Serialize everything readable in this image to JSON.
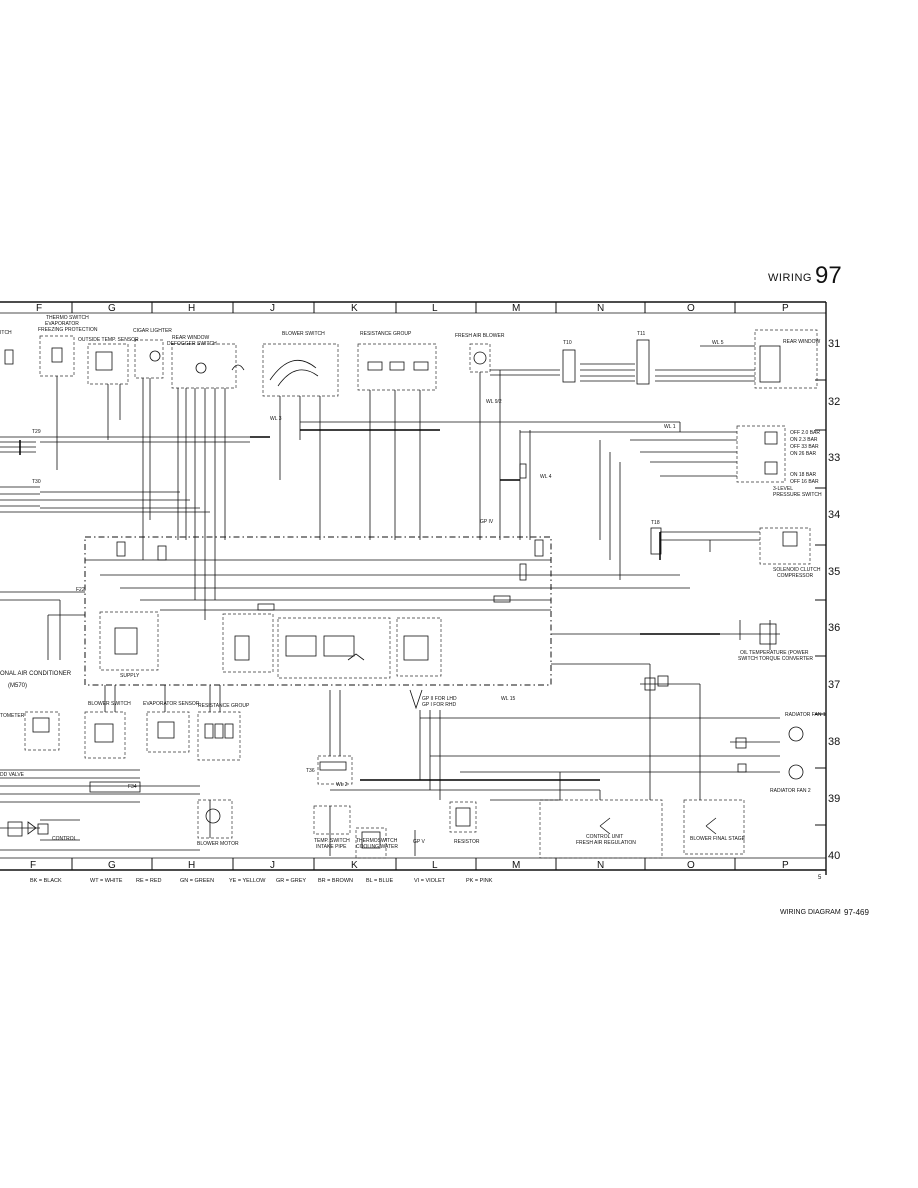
{
  "header": {
    "title": "WIRING",
    "page": "97"
  },
  "footer": {
    "title": "WIRING DIAGRAM",
    "number": "97-469"
  },
  "columns": [
    "F",
    "G",
    "H",
    "J",
    "K",
    "L",
    "M",
    "N",
    "O",
    "P"
  ],
  "rows": [
    "31",
    "32",
    "33",
    "34",
    "35",
    "36",
    "37",
    "38",
    "39",
    "40"
  ],
  "sheet_marker": "5",
  "components": {
    "thermo_switch": "THERMO SWITCH",
    "evaporator": "EVAPORATOR",
    "freezing_protection": "FREEZING PROTECTION",
    "outside_temp_sensor": "OUTSIDE TEMP. SENSOR",
    "cigar_lighter": "CIGAR LIGHTER",
    "rear_window_defogger_switch_1": "REAR WINDOW",
    "rear_window_defogger_switch_2": "DEFOGGER SWITCH",
    "blower_switch_top": "BLOWER SWITCH",
    "resistance_group_top": "RESISTANCE GROUP",
    "fresh_air_blower": "FRESH AIR BLOWER",
    "rear_window": "REAR WINDOW",
    "pressure_switch_1": "3-LEVEL",
    "pressure_switch_2": "PRESSURE SWITCH",
    "solenoid_clutch_1": "SOLENOID CLUTCH",
    "solenoid_clutch_2": "COMPRESSOR",
    "temp_switch_1": "OIL TEMPERATURE (POWER",
    "temp_switch_2": "SWITCH TORQUE CONVERTER",
    "optional_ac_1": "ONAL AIR CONDITIONER",
    "optional_ac_2": "(M570)",
    "blower_switch_bottom": "BLOWER SWITCH",
    "evaporator_sensor": "EVAPORATOR SENSOR",
    "resistance_group_bottom": "RESISTANCE GROUP",
    "blower_motor": "BLOWER MOTOR",
    "supply": "SUPPLY",
    "gp_lhd": "GP II FOR LHD",
    "gp_rhd": "GP I FOR RHD",
    "temp_switch_intake_1": "TEMP. SWITCH",
    "temp_switch_intake_2": "INTAKE PIPE",
    "thermoswitch_1": "THERMOSWITCH",
    "thermoswitch_2": "COOLING WATER",
    "gp_v": "GP V",
    "resistor": "RESISTOR",
    "control_unit_1": "CONTROL UNIT",
    "control_unit_2": "FRESH AIR REGULATION",
    "blower_final_stage": "BLOWER FINAL STAGE",
    "radiator_fan_1": "RADIATOR FAN 1",
    "radiator_fan_2": "RADIATOR FAN 2",
    "control": "CONTROL",
    "switch_cut": "ITCH",
    "valve_cut": "DD VALVE",
    "ometer_cut": "TOMETER"
  },
  "pressure_levels": [
    "OFF 2.0 BAR",
    "ON 2.3 BAR",
    "OFF 33 BAR",
    "ON 26 BAR",
    "ON 18 BAR",
    "OFF 16 BAR"
  ],
  "connectors": [
    "T29",
    "T30",
    "T10",
    "T11",
    "T18",
    "WL 5",
    "WL 3",
    "WL 4",
    "WL 1",
    "WL 2",
    "WL 15",
    "WL 9/2",
    "GP IV",
    "F22",
    "F34",
    "T36"
  ],
  "legend": [
    "BK = BLACK",
    "WT = WHITE",
    "RE = RED",
    "GN = GREEN",
    "YE = YELLOW",
    "GR = GREY",
    "BR = BROWN",
    "BL = BLUE",
    "VI = VIOLET",
    "PK = PINK"
  ]
}
